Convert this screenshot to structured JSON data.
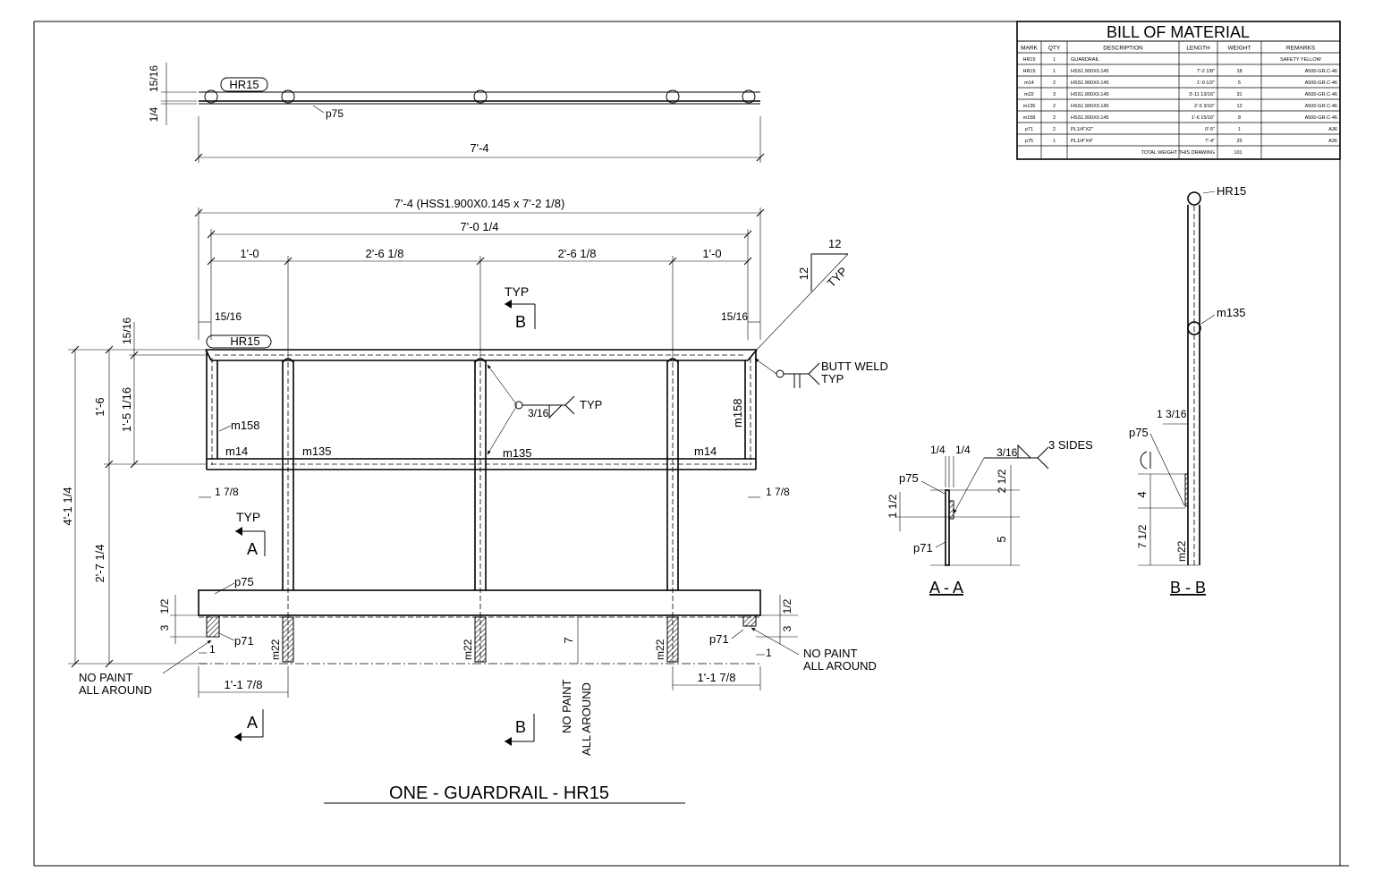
{
  "bom": {
    "title": "BILL OF MATERIAL",
    "headers": [
      "MARK",
      "QTY",
      "DESCRIPTION",
      "LENGTH",
      "WEIGHT",
      "REMARKS"
    ],
    "rows": [
      [
        "HR15",
        "1",
        "GUARDRAIL",
        "",
        "",
        "SAFETY YELLOW"
      ],
      [
        "HR15",
        "1",
        "HSS1.900X0.145",
        "7'-2 1/8\"",
        "18",
        "A500-GR.C-46"
      ],
      [
        "m14",
        "2",
        "HSS1.900X0.145",
        "1'-0 1/2\"",
        "5",
        "A500-GR.C-46"
      ],
      [
        "m22",
        "3",
        "HSS1.900X0.145",
        "3'-11 13/16\"",
        "31",
        "A500-GR.C-46"
      ],
      [
        "m135",
        "2",
        "HSS1.900X0.145",
        "2'-5 3/16\"",
        "12",
        "A500-GR.C-46"
      ],
      [
        "m158",
        "2",
        "HSS1.900X0.145",
        "1'-6 15/16\"",
        "8",
        "A500-GR.C-46"
      ],
      [
        "p71",
        "2",
        "PL1/4\"X2\"",
        "0'-5\"",
        "1",
        "A36"
      ],
      [
        "p75",
        "1",
        "PL1/4\"X4\"",
        "7'-4\"",
        "25",
        "A36"
      ]
    ],
    "total_label": "TOTAL WEIGHT THIS DRAWING",
    "total_value": "101"
  },
  "plan": {
    "tag": "HR15",
    "dim_height_top": "15/16",
    "dim_height_bot": "1/4",
    "plate": "p75",
    "overall": "7'-4"
  },
  "elevation": {
    "overall_top": "7'-4 (HSS1.900X0.145 x 7'-2 1/8)",
    "overall_inner": "7'-0 1/4",
    "spans": [
      "1'-0",
      "2'-6 1/8",
      "2'-6 1/8",
      "1'-0"
    ],
    "rail_tag": "HR15",
    "left_offset": "15/16",
    "right_offset": "15/16",
    "top_vert": "15/16",
    "h_total": "4'-1 1/4",
    "h_upper": "1'-6",
    "h_upper_inner": "1'-5 1/16",
    "h_lower": "2'-7 1/4",
    "labels": {
      "m158_left": "m158",
      "m158_right": "m158",
      "m14_left": "m14",
      "m14_right": "m14",
      "m135_left": "m135",
      "m135_right": "m135",
      "p75": "p75",
      "p71_left": "p71",
      "p71_right": "p71",
      "m22_a": "m22",
      "m22_b": "m22",
      "m22_c": "m22"
    },
    "dim_17_8_left": "1 7/8",
    "dim_17_8_right": "1 7/8",
    "dim_half_left": "1/2",
    "dim_half_right": "1/2",
    "dim_3_left": "3",
    "dim_3_right": "3",
    "dim_1_left": "1",
    "dim_1_right": "1",
    "dim_7": "7",
    "dim_bottom_left": "1'-1 7/8",
    "dim_bottom_right": "1'-1 7/8",
    "no_paint_left": [
      "NO PAINT",
      "ALL AROUND"
    ],
    "no_paint_right": [
      "NO PAINT",
      "ALL AROUND"
    ],
    "no_paint_mid": [
      "NO PAINT",
      "ALL AROUND"
    ],
    "weld_fillet": "3/16",
    "weld_typ": "TYP",
    "butt_weld": [
      "BUTT WELD",
      "TYP"
    ],
    "slope": [
      "12",
      "12",
      "TYP"
    ],
    "section_a": "A",
    "section_b": "B",
    "typ": "TYP"
  },
  "section_aa": {
    "title": "A - A",
    "d1": "1/4",
    "d2": "1/4",
    "weld": "3/16",
    "weld_note": "3 SIDES",
    "p75": "p75",
    "p71": "p71",
    "v1": "1 1/2",
    "v2": "2 1/2",
    "v3": "5"
  },
  "section_bb": {
    "title": "B - B",
    "hr15": "HR15",
    "m135": "m135",
    "p75": "p75",
    "m22": "m22",
    "d_top": "1 3/16",
    "d4": "4",
    "d7": "7 1/2"
  },
  "drawing_title": "ONE - GUARDRAIL - HR15"
}
